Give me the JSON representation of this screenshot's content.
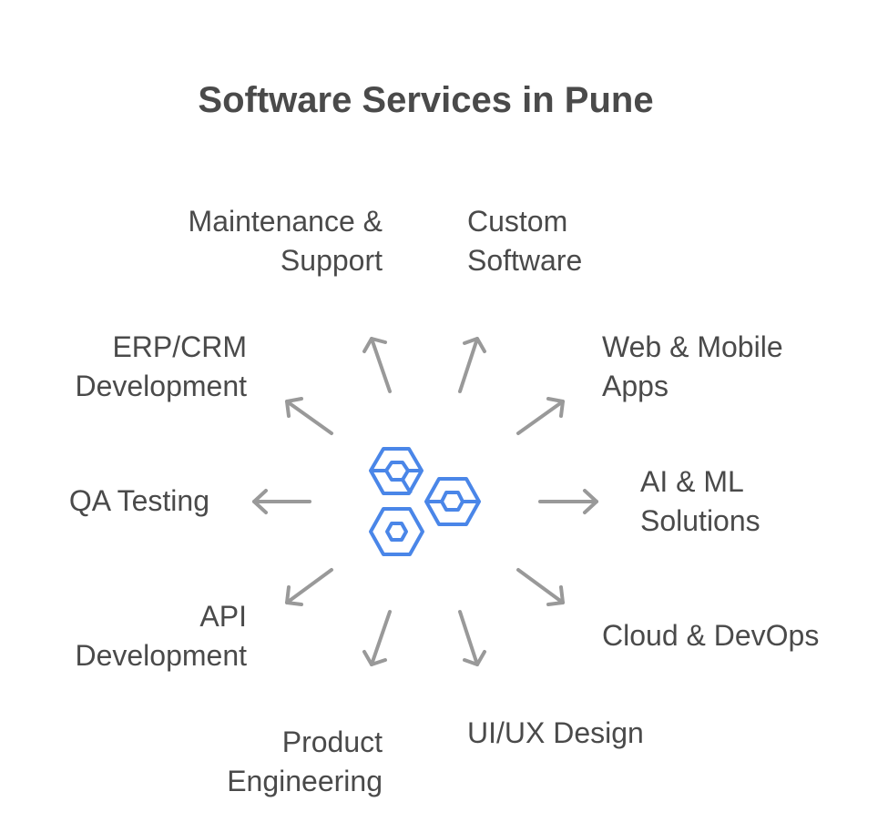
{
  "title": "Software Services in Pune",
  "colors": {
    "text": "#4a4a4a",
    "arrow": "#999999",
    "icon": "#4a86e8"
  },
  "center_icon": "three-hexagon-nuts-icon",
  "services": [
    {
      "id": "maintenance-support",
      "lines": [
        "Maintenance &",
        "Support"
      ],
      "arrow": "up-left"
    },
    {
      "id": "custom-software",
      "lines": [
        "Custom",
        "Software"
      ],
      "arrow": "up-right"
    },
    {
      "id": "erp-crm",
      "lines": [
        "ERP/CRM",
        "Development"
      ],
      "arrow": "left-up"
    },
    {
      "id": "web-mobile",
      "lines": [
        "Web & Mobile",
        "Apps"
      ],
      "arrow": "right-up"
    },
    {
      "id": "qa-testing",
      "lines": [
        "QA Testing"
      ],
      "arrow": "left"
    },
    {
      "id": "ai-ml",
      "lines": [
        "AI & ML",
        "Solutions"
      ],
      "arrow": "right"
    },
    {
      "id": "api-development",
      "lines": [
        "API",
        "Development"
      ],
      "arrow": "left-down"
    },
    {
      "id": "cloud-devops",
      "lines": [
        "Cloud & DevOps"
      ],
      "arrow": "right-down"
    },
    {
      "id": "product-engineering",
      "lines": [
        "Product",
        "Engineering"
      ],
      "arrow": "down-left"
    },
    {
      "id": "ui-ux",
      "lines": [
        "UI/UX Design"
      ],
      "arrow": "down-right"
    }
  ]
}
